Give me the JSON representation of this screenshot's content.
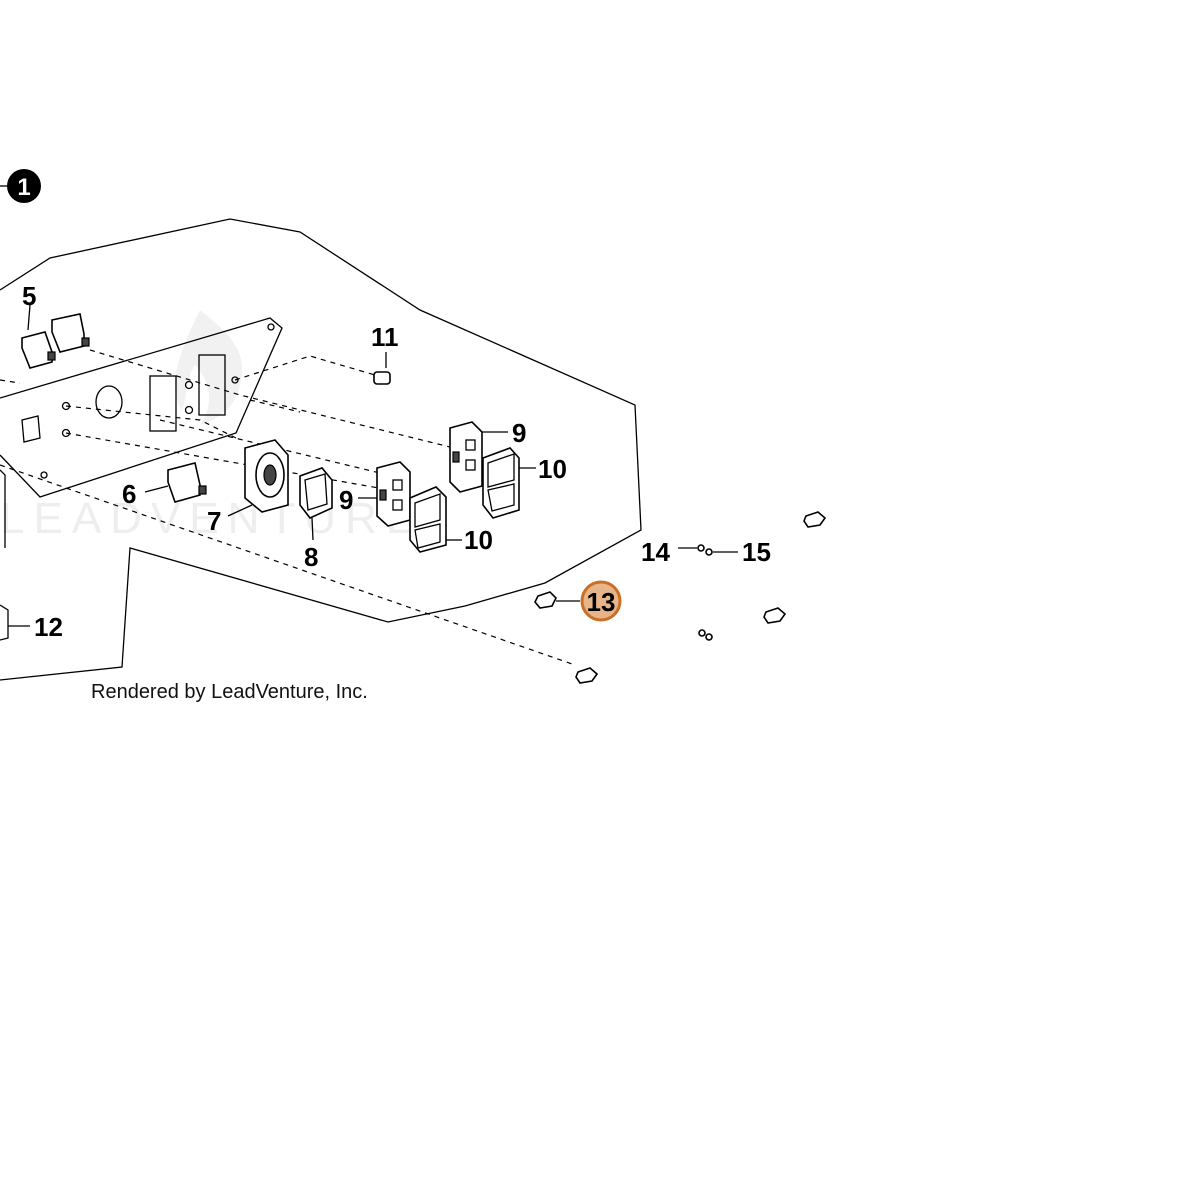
{
  "watermark": "LEADVENTURE",
  "credit": "Rendered by LeadVenture, Inc.",
  "callouts": {
    "c1": "1",
    "c5": "5",
    "c6": "6",
    "c7": "7",
    "c8": "8",
    "c9a": "9",
    "c9b": "9",
    "c10a": "10",
    "c10b": "10",
    "c11": "11",
    "c12": "12",
    "c13": "13",
    "c14": "14",
    "c15": "15"
  },
  "colors": {
    "highlight_fill": "#e8b48a",
    "highlight_stroke": "#c8702a",
    "ink": "#000000",
    "watermark": "#eeeeee"
  }
}
